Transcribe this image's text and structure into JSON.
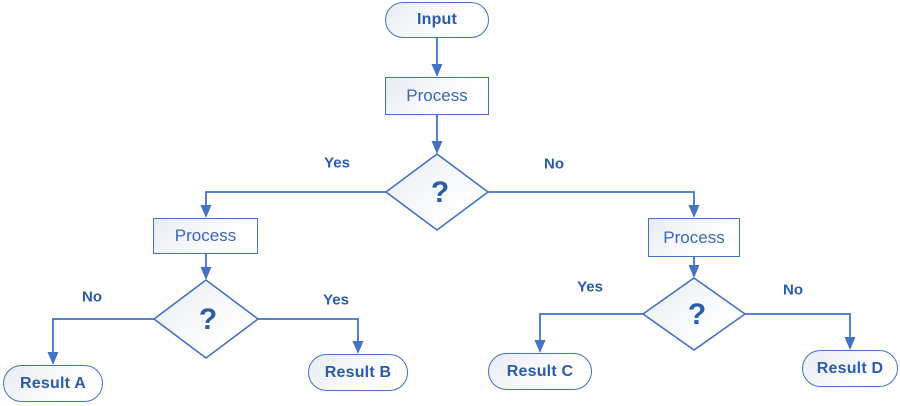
{
  "diagram": {
    "type": "flowchart",
    "colors": {
      "line": "#4472C4",
      "text_bold": "#2B5CA8",
      "text_process": "#3A68B8",
      "fill_top": "#E8ECF3",
      "fill_bottom": "#FFFFFF",
      "background": "#FFFFFF"
    },
    "nodes": [
      {
        "id": "input",
        "type": "terminator",
        "label": "Input"
      },
      {
        "id": "process-top",
        "type": "process",
        "label": "Process"
      },
      {
        "id": "decision-main",
        "type": "decision",
        "label": "?"
      },
      {
        "id": "process-left",
        "type": "process",
        "label": "Process"
      },
      {
        "id": "decision-left",
        "type": "decision",
        "label": "?"
      },
      {
        "id": "result-a",
        "type": "terminator",
        "label": "Result A"
      },
      {
        "id": "result-b",
        "type": "terminator",
        "label": "Result B"
      },
      {
        "id": "process-right",
        "type": "process",
        "label": "Process"
      },
      {
        "id": "decision-right",
        "type": "decision",
        "label": "?"
      },
      {
        "id": "result-c",
        "type": "terminator",
        "label": "Result C"
      },
      {
        "id": "result-d",
        "type": "terminator",
        "label": "Result D"
      }
    ],
    "edges": [
      {
        "from": "input",
        "to": "process-top",
        "label": ""
      },
      {
        "from": "process-top",
        "to": "decision-main",
        "label": ""
      },
      {
        "from": "decision-main",
        "to": "process-left",
        "label": "Yes"
      },
      {
        "from": "decision-main",
        "to": "process-right",
        "label": "No"
      },
      {
        "from": "process-left",
        "to": "decision-left",
        "label": ""
      },
      {
        "from": "decision-left",
        "to": "result-a",
        "label": "No"
      },
      {
        "from": "decision-left",
        "to": "result-b",
        "label": "Yes"
      },
      {
        "from": "process-right",
        "to": "decision-right",
        "label": ""
      },
      {
        "from": "decision-right",
        "to": "result-c",
        "label": "Yes"
      },
      {
        "from": "decision-right",
        "to": "result-d",
        "label": "No"
      }
    ]
  }
}
